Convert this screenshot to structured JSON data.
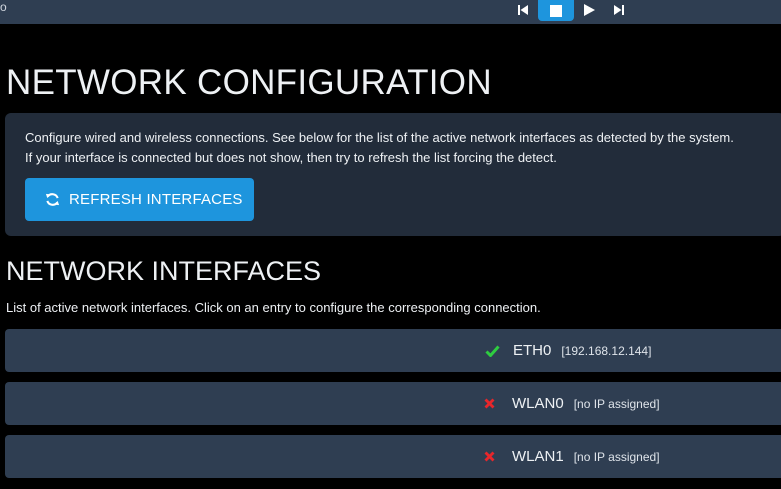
{
  "topbar": {
    "left_glyph": "o",
    "player": {
      "buttons": [
        {
          "name": "skip-previous",
          "icon": "skip-previous-icon"
        },
        {
          "name": "stop",
          "icon": "stop-icon",
          "active": true
        },
        {
          "name": "play",
          "icon": "play-icon"
        },
        {
          "name": "skip-next",
          "icon": "skip-next-icon"
        }
      ]
    }
  },
  "page": {
    "title": "NETWORK CONFIGURATION"
  },
  "info_panel": {
    "line1": "Configure wired and wireless connections. See below for the list of the active network interfaces as detected by the system.",
    "line2": "If your interface is connected but does not show, then try to refresh the list forcing the detect.",
    "refresh_button": {
      "label": "REFRESH INTERFACES",
      "icon": "refresh-icon"
    }
  },
  "interfaces_section": {
    "title": "NETWORK INTERFACES",
    "description": "List of active network interfaces. Click on an entry to configure the corresponding connection.",
    "items": [
      {
        "name": "ETH0",
        "ip": "[192.168.12.144]",
        "connected": true,
        "icon": "check-icon"
      },
      {
        "name": "WLAN0",
        "ip": "[no IP assigned]",
        "connected": false,
        "icon": "cross-icon"
      },
      {
        "name": "WLAN1",
        "ip": "[no IP assigned]",
        "connected": false,
        "icon": "cross-icon"
      }
    ]
  },
  "colors": {
    "background": "#000000",
    "bar": "#2f3e52",
    "panel": "#222c3a",
    "accent": "#1e95dd",
    "ok": "#2ecc40",
    "error": "#e8262b"
  }
}
